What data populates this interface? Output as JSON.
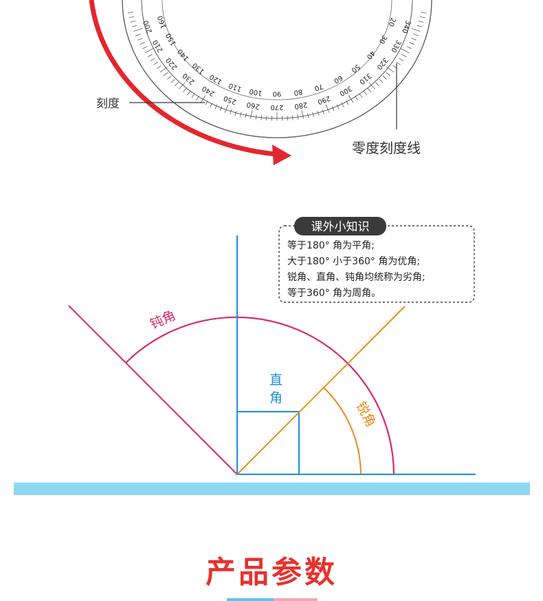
{
  "protractor": {
    "scale_label": "刻度",
    "zero_line_label": "零度刻度线",
    "outer_numbers": [
      "200",
      "210",
      "220",
      "230",
      "240",
      "250",
      "260",
      "270",
      "280",
      "290",
      "300",
      "310",
      "320",
      "330",
      "340"
    ],
    "inner_numbers": [
      "160",
      "150",
      "140",
      "130",
      "120",
      "110",
      "100",
      "90",
      "80",
      "70",
      "60",
      "50",
      "40",
      "30",
      "20"
    ]
  },
  "tip_box": {
    "title": "课外小知识",
    "lines": [
      "等于180° 角为平角;",
      "大于180° 小于360° 角为优角;",
      "锐角、直角、钝角均统称为劣角;",
      "等于360° 角为周角。"
    ]
  },
  "angles": {
    "obtuse_label": "钝角",
    "right_label_1": "直",
    "right_label_2": "角",
    "acute_label": "锐角"
  },
  "colors": {
    "arrow": "#e3262f",
    "obtuse": "#d62a6e",
    "right": "#1c8fd6",
    "acute": "#f08a1c",
    "base_bar": "#8fd8f2"
  },
  "section": {
    "title": "产品参数"
  }
}
